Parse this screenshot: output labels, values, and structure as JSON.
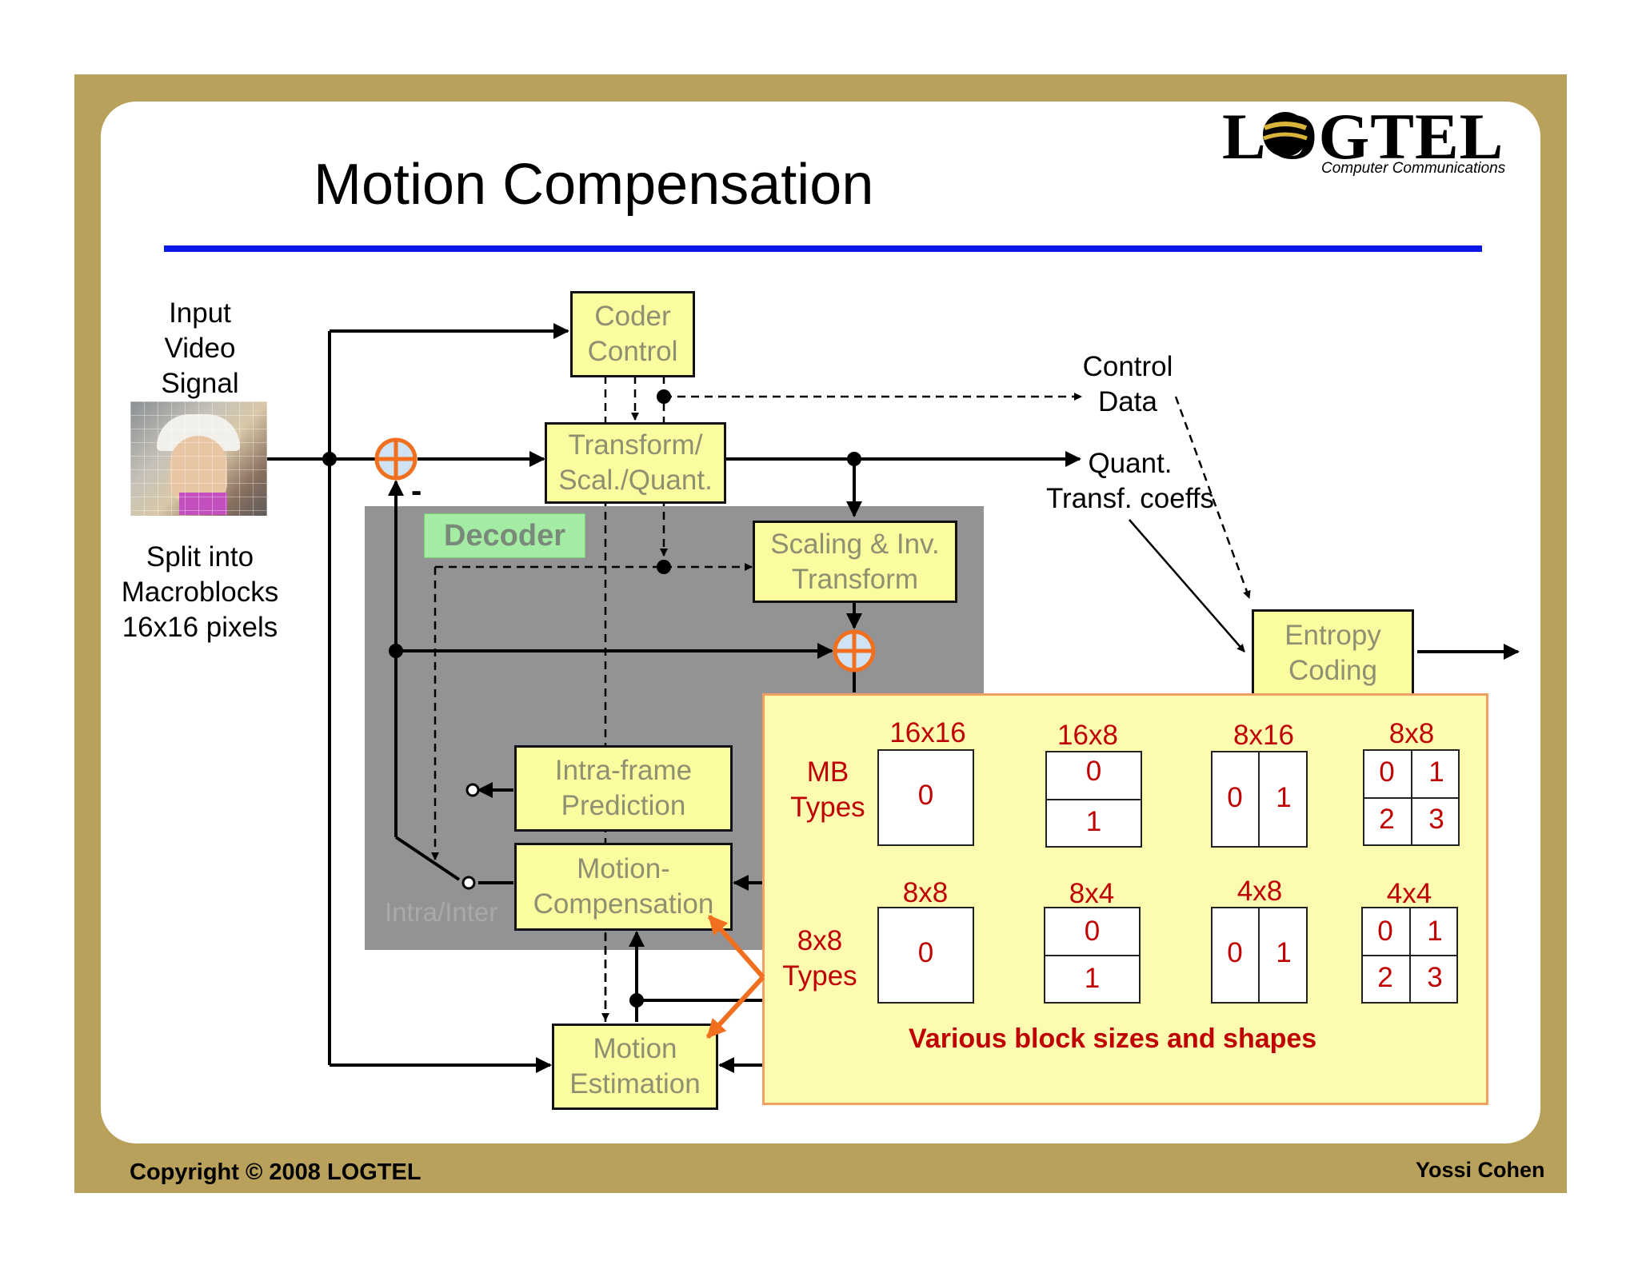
{
  "slide": {
    "title": "Motion Compensation",
    "logo_name": "LOGTEL",
    "logo_sub": "Computer Communications",
    "footer_left": "Copyright © 2008 LOGTEL",
    "footer_right": "Yossi Cohen"
  },
  "labels": {
    "input_video_signal": "Input\nVideo\nSignal",
    "split_into": "Split into\nMacroblocks\n16x16 pixels",
    "control_data": "Control\nData",
    "quant_coeffs": "Quant.\nTransf. coeffs",
    "minus": "-",
    "decoder": "Decoder",
    "intra_inter": "Intra/Inter"
  },
  "blocks": {
    "coder_control": "Coder\nControl",
    "transform_quant": "Transform/\nScal./Quant.",
    "scaling_inv": "Scaling & Inv.\nTransform",
    "entropy_coding": "Entropy\nCoding",
    "intra_prediction": "Intra-frame\nPrediction",
    "motion_compensation": "Motion-\nCompensation",
    "motion_estimation": "Motion\nEstimation"
  },
  "overlay": {
    "mb_types_label": "MB\nTypes",
    "sub_types_label": "8x8\nTypes",
    "caption": "Various block sizes and shapes",
    "mb_types": [
      {
        "size": "16x16",
        "cells": [
          "0"
        ]
      },
      {
        "size": "16x8",
        "cells": [
          "0",
          "1"
        ]
      },
      {
        "size": "8x16",
        "cells": [
          "0",
          "1"
        ]
      },
      {
        "size": "8x8",
        "cells": [
          "0",
          "1",
          "2",
          "3"
        ]
      }
    ],
    "sub_types": [
      {
        "size": "8x8",
        "cells": [
          "0"
        ]
      },
      {
        "size": "8x4",
        "cells": [
          "0",
          "1"
        ]
      },
      {
        "size": "4x8",
        "cells": [
          "0",
          "1"
        ]
      },
      {
        "size": "4x4",
        "cells": [
          "0",
          "1",
          "2",
          "3"
        ]
      }
    ]
  },
  "colors": {
    "frame": "#b9a15c",
    "rule": "#0a16e8",
    "block_fill": "#fbfb9f",
    "decoder_bg": "#939294",
    "overlay_text": "#c00000",
    "summer": "#f07020"
  }
}
